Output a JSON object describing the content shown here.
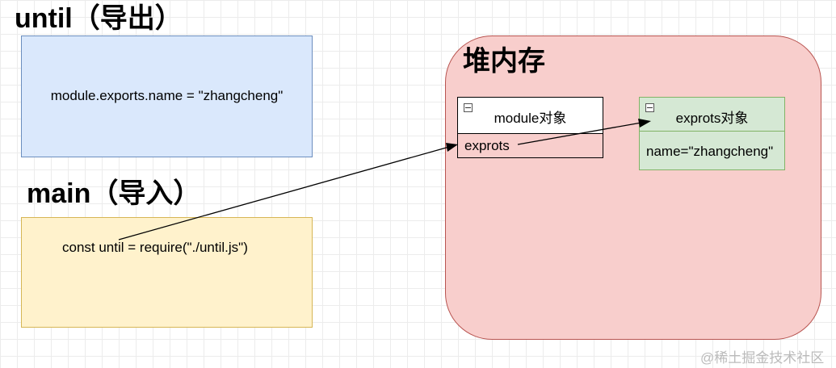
{
  "util_block": {
    "heading": "until（导出）",
    "code": "module.exports.name = \"zhangcheng\""
  },
  "main_block": {
    "heading": "main（导入）",
    "code": "const until = require(\"./until.js\")"
  },
  "heap": {
    "heading": "堆内存",
    "module_object": {
      "title": "module对象",
      "field": "exprots"
    },
    "exports_object": {
      "title": "exprots对象",
      "field": "name=\"zhangcheng\""
    }
  },
  "watermark": "@稀土掘金技术社区",
  "colors": {
    "util_fill": "#dae8fc",
    "util_border": "#6c8ebf",
    "main_fill": "#fff2cc",
    "main_border": "#d6b656",
    "heap_fill": "#f8cecc",
    "heap_border": "#b85450",
    "exports_fill": "#d5e8d4",
    "exports_border": "#82b366",
    "module_border": "#000000"
  }
}
